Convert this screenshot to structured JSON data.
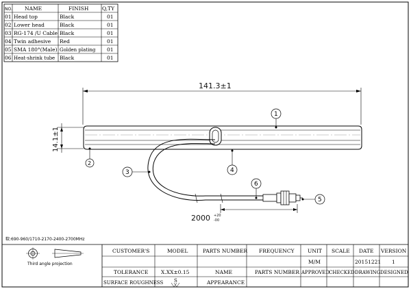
{
  "bom": {
    "headers": {
      "no": "NO.",
      "name": "NAME",
      "finish": "FINISH",
      "qty": "Q,TY"
    },
    "rows": [
      {
        "no": "01",
        "name": "Head top",
        "finish": "Black",
        "qty": "01"
      },
      {
        "no": "02",
        "name": "Lower head",
        "finish": "Black",
        "qty": "01"
      },
      {
        "no": "03",
        "name": "RG-174 /U Cable",
        "finish": "Black",
        "qty": "01"
      },
      {
        "no": "04",
        "name": "Twin adhesive",
        "finish": "Red",
        "qty": "01"
      },
      {
        "no": "05",
        "name": "SMA 180°(Male)",
        "finish": "Golden plating",
        "qty": "01"
      },
      {
        "no": "06",
        "name": "Heat-shrink tube",
        "finish": "Black",
        "qty": "01"
      }
    ]
  },
  "dimensions": {
    "length": "141.3±1",
    "height": "14.1±1",
    "cable_length": "2000",
    "cable_tol_plus": "+20",
    "cable_tol_minus": "-00"
  },
  "callouts": [
    "1",
    "2",
    "3",
    "4",
    "5",
    "6"
  ],
  "frequency_note": "软:690-960/1710-2170-2400-2700MHz",
  "projection_label": "Third angle projection",
  "title_block": {
    "customers": "CUSTOMER'S",
    "model": "MODEL",
    "parts_number": "PARTS NUMBER",
    "frequency": "FREQUENCY",
    "unit": "UNIT",
    "scale": "SCALE",
    "date": "DATE",
    "version": "VERSION",
    "unit_value": "M/M",
    "date_value": "20151221",
    "version_value": "1",
    "tolerance": "TOLERANCE",
    "tolerance_value": "X.XX±0.15",
    "name": "NAME",
    "approved": "APPROVED",
    "checked": "CHECKED",
    "drawing": "DRAWING",
    "designed": "DESIGNED",
    "surface_roughness": "SURFACE ROUGHNESS",
    "roughness_symbol": "S",
    "appearance": "APPEARANCE"
  }
}
